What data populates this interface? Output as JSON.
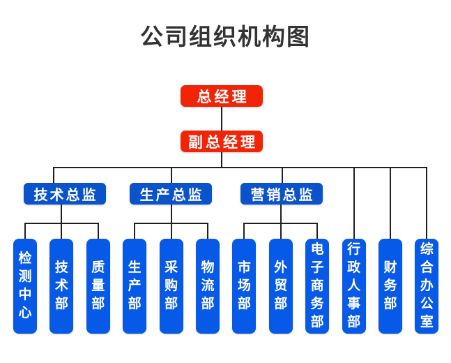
{
  "title": "公司组织机构图",
  "colors": {
    "manager_red": "#f12408",
    "director_blue": "#0b53cb",
    "department_blue": "#0759e8",
    "line_color": "#1f1f1f",
    "title_color": "#333333",
    "text_white": "#ffffff",
    "background": "#ffffff"
  },
  "tree": {
    "root": {
      "label": "总经理"
    },
    "deputy": {
      "label": "副总经理"
    },
    "directors": [
      {
        "label": "技术总监",
        "departments": [
          "检测中心",
          "技术部",
          "质量部"
        ]
      },
      {
        "label": "生产总监",
        "departments": [
          "生产部",
          "采购部",
          "物流部"
        ]
      },
      {
        "label": "营销总监",
        "departments": [
          "市场部",
          "外贸部",
          "电子商务部"
        ]
      }
    ],
    "direct_departments": [
      "行政人事部",
      "财务部",
      "综合办公室"
    ]
  }
}
